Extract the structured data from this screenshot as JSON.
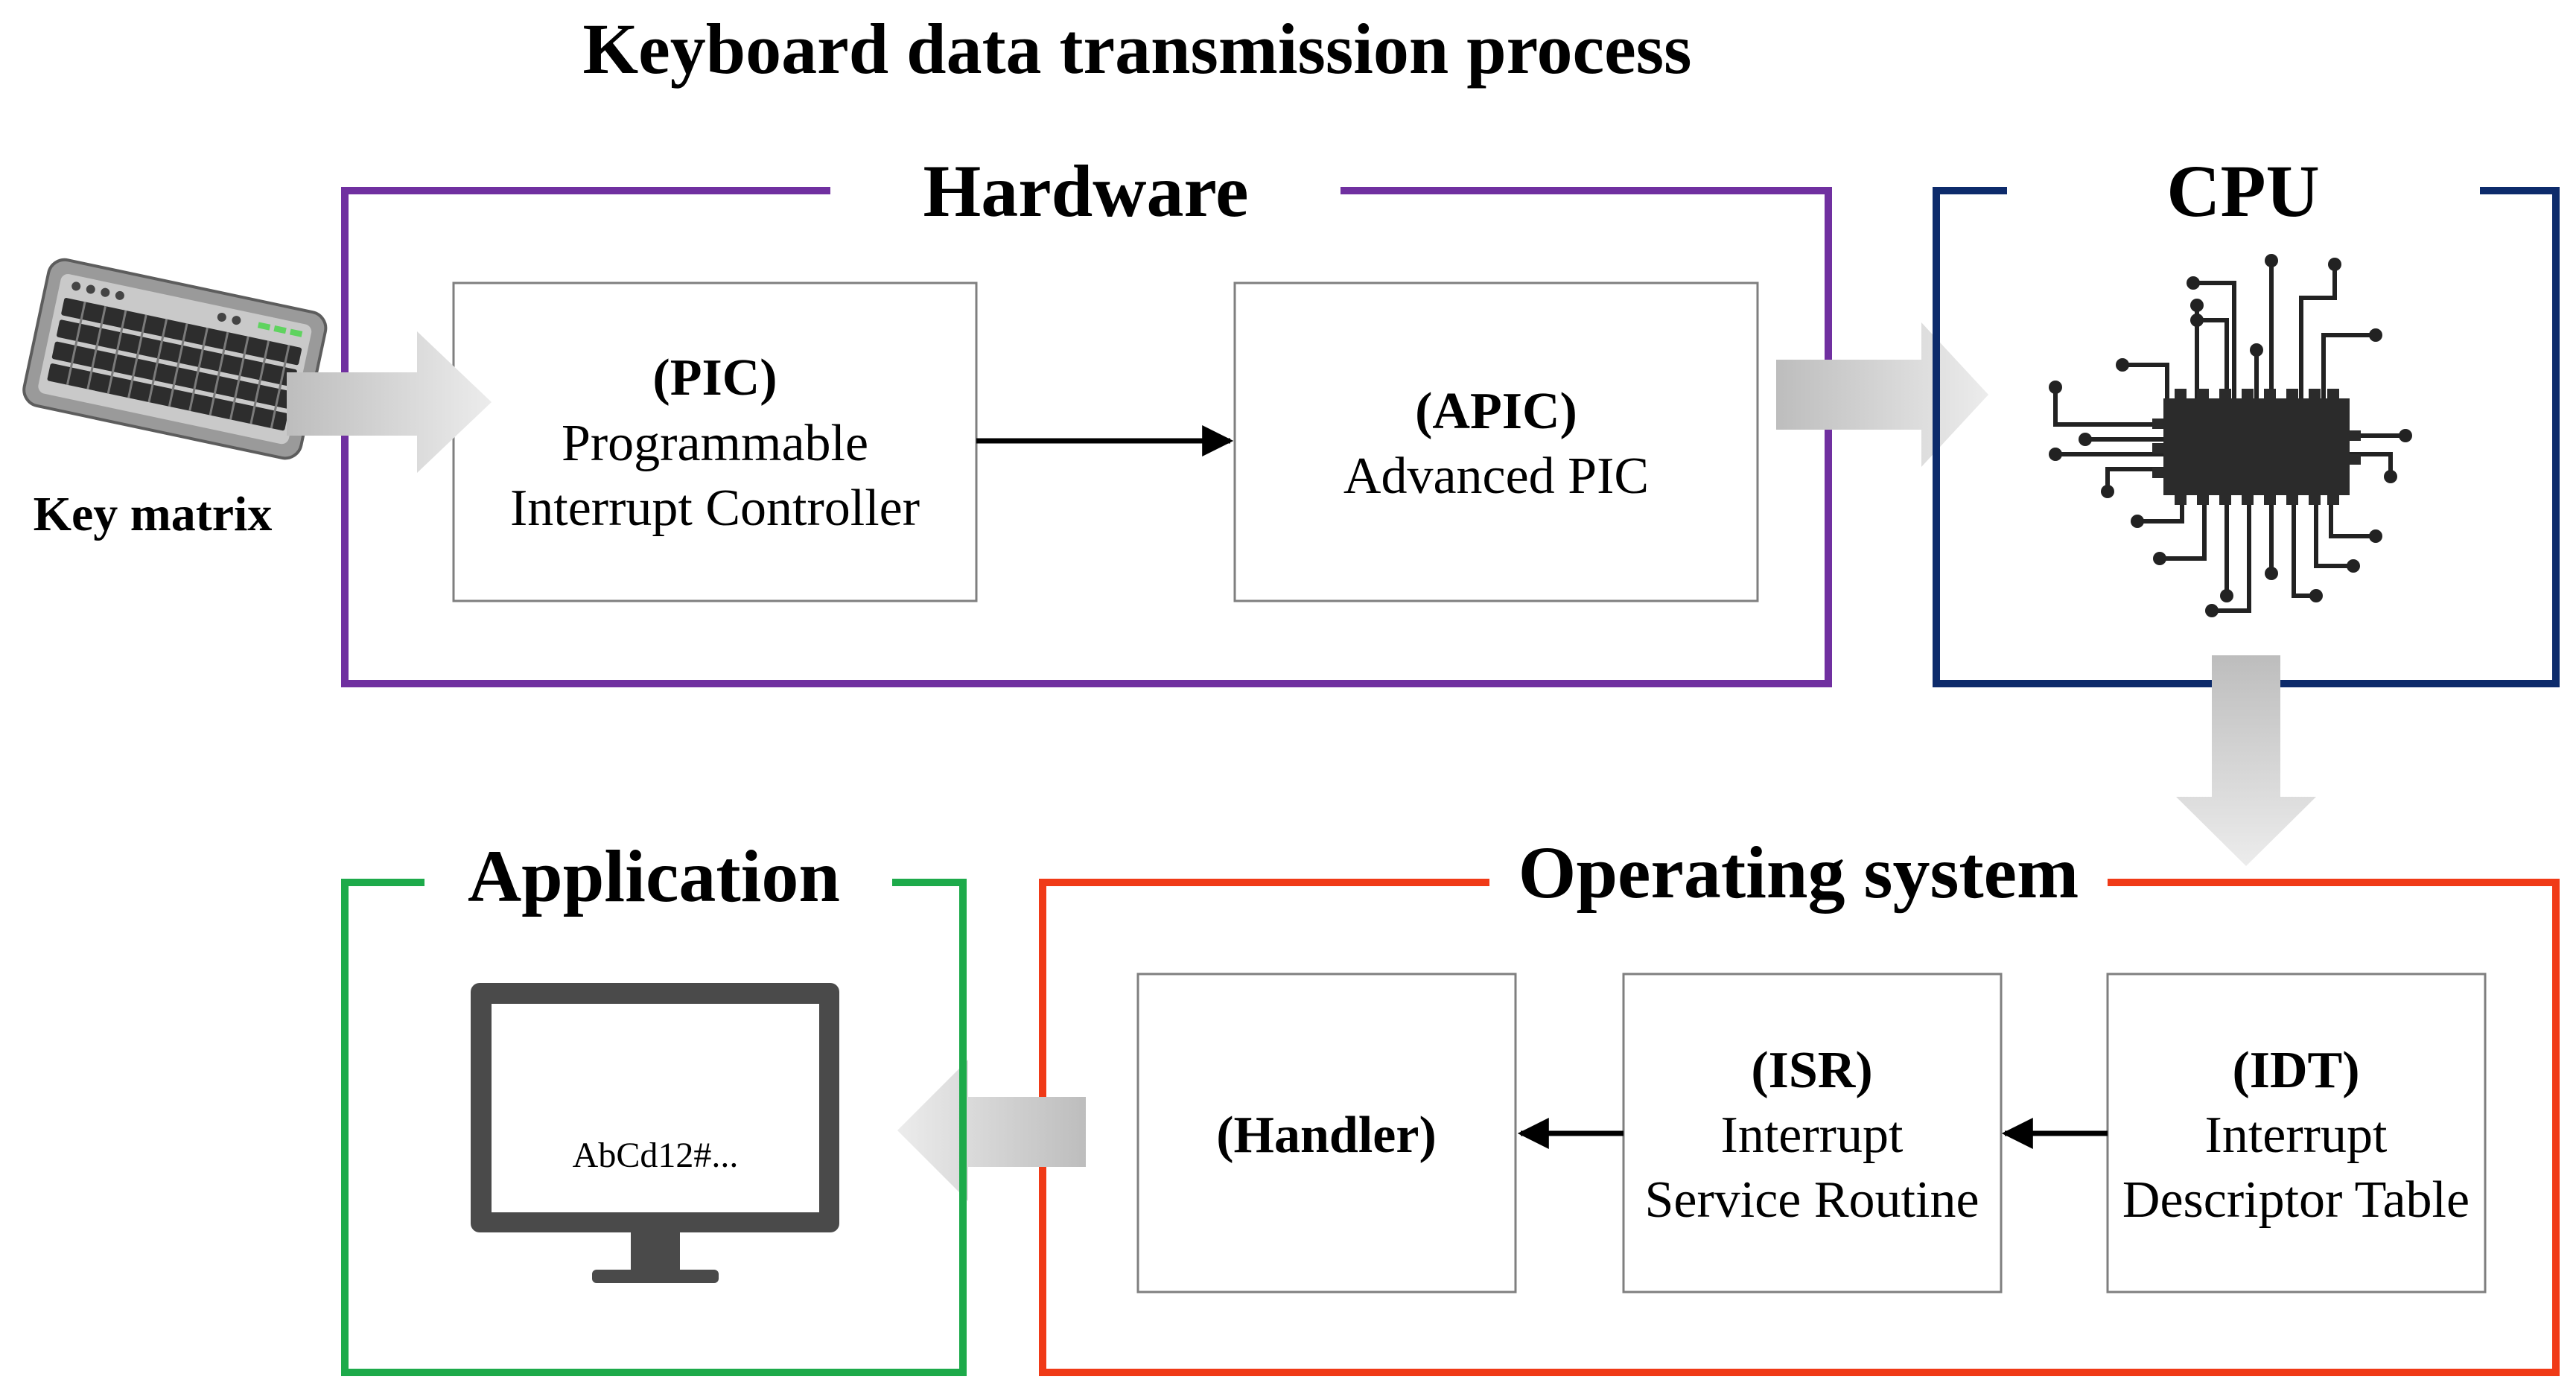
{
  "title": "Keyboard data transmission process",
  "colors": {
    "hardware": "#7030a0",
    "cpu": "#0d2b6b",
    "os": "#f03a17",
    "application": "#1daa4a",
    "box_border": "#7f7f7f",
    "arrow_fill": "#cfcfcf",
    "icon_dark": "#4a4a4a"
  },
  "keyboard": {
    "label": "Key matrix",
    "icon": "keyboard-icon"
  },
  "hardware": {
    "label": "Hardware",
    "pic": {
      "abbr": "(PIC)",
      "line1": "Programmable",
      "line2": "Interrupt Controller"
    },
    "apic": {
      "abbr": "(APIC)",
      "line1": "Advanced PIC"
    }
  },
  "cpu": {
    "label": "CPU",
    "icon": "cpu-chip-icon"
  },
  "os": {
    "label": "Operating system",
    "idt": {
      "abbr": "(IDT)",
      "line1": "Interrupt",
      "line2": "Descriptor Table"
    },
    "isr": {
      "abbr": "(ISR)",
      "line1": "Interrupt",
      "line2": "Service Routine"
    },
    "handler": {
      "abbr": "(Handler)"
    }
  },
  "application": {
    "label": "Application",
    "screen_text": "AbCd12#...",
    "icon": "monitor-icon"
  }
}
